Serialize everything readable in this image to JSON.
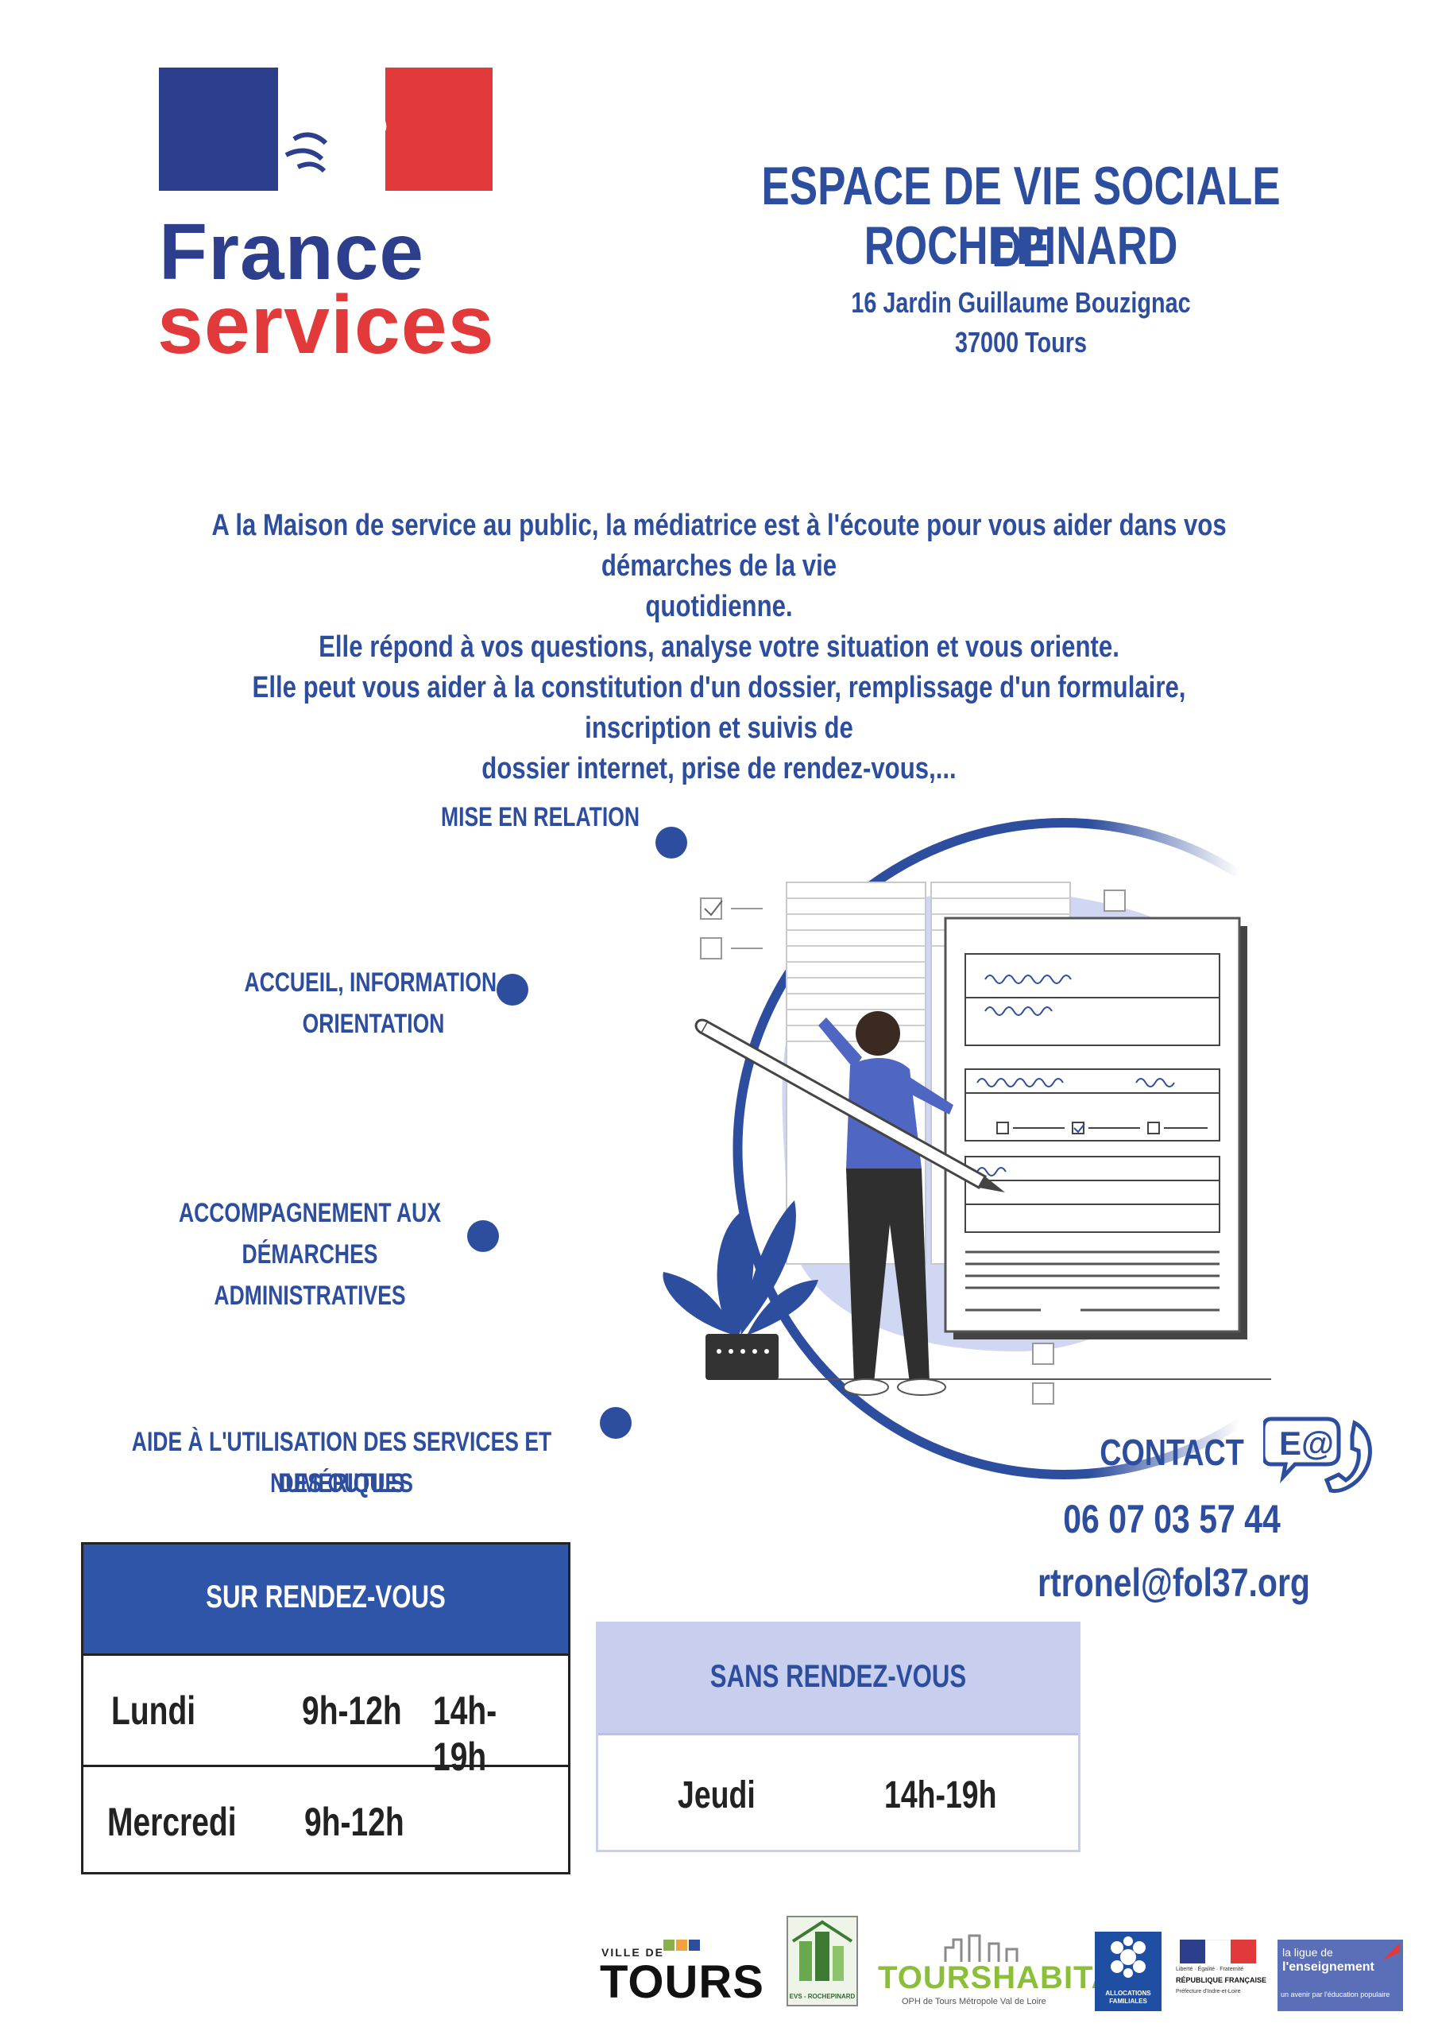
{
  "logo": {
    "line1": "France",
    "line2": "services"
  },
  "header": {
    "title_line1": "ESPACE DE VIE SOCIALE DE",
    "title_line2": "ROCHEPINARD",
    "address_line1": "16 Jardin Guillaume Bouzignac",
    "address_line2": "37000 Tours"
  },
  "intro": {
    "line1": "A la Maison de service au public, la médiatrice est à l'écoute pour vous aider dans vos démarches de la vie",
    "line2": "quotidienne.",
    "line3": "Elle répond à vos questions, analyse votre situation et vous oriente.",
    "line4": "Elle peut vous aider à la constitution d'un dossier, remplissage d'un formulaire, inscription et suivis de",
    "line5": "dossier internet, prise de rendez-vous,..."
  },
  "services": {
    "s1": "MISE EN RELATION",
    "s2_l1": "ACCUEIL, INFORMATION,",
    "s2_l2": "ORIENTATION",
    "s3_l1": "ACCOMPAGNEMENT AUX",
    "s3_l2": "DÉMARCHES ADMINISTRATIVES",
    "s4_l1": "AIDE À L'UTILISATION DES SERVICES ET DES OUTILS",
    "s4_l2": "NUMÉRIQUES"
  },
  "contact": {
    "title": "CONTACT",
    "phone": "06 07 03 57 44",
    "email": "rtronel@fol37.org"
  },
  "rdv": {
    "title": "SUR RENDEZ-VOUS",
    "rows": [
      {
        "day": "Lundi",
        "am": "9h-12h",
        "pm": "14h-19h"
      },
      {
        "day": "Mercredi",
        "am": "9h-12h",
        "pm": ""
      }
    ]
  },
  "sans_rdv": {
    "title": "SANS RENDEZ-VOUS",
    "day": "Jeudi",
    "hours": "14h-19h"
  },
  "footer": {
    "tours_small": "VILLE DE",
    "tours_big": "TOURS",
    "evs": "EVS - ROCHEPINARD",
    "tours_habitat": "TOURSHABITAT",
    "tours_habitat_sub": "OPH de Tours Métropole Val de Loire",
    "caf": "ALLOCATIONS FAMILIALES",
    "rf_motto": "Liberté · Égalité · Fraternité",
    "rf_name": "RÉPUBLIQUE FRANÇAISE",
    "rf_pref": "Préfecture d'Indre-et-Loire",
    "ligue_l1": "la ligue de",
    "ligue_l2": "l'enseignement",
    "ligue_sub": "un avenir par l'éducation populaire"
  },
  "colors": {
    "primary": "#2d4d9e",
    "accent_red": "#e23a3a",
    "light_blue": "#c8cfee",
    "illustration_bg": "#cfd7f3"
  }
}
